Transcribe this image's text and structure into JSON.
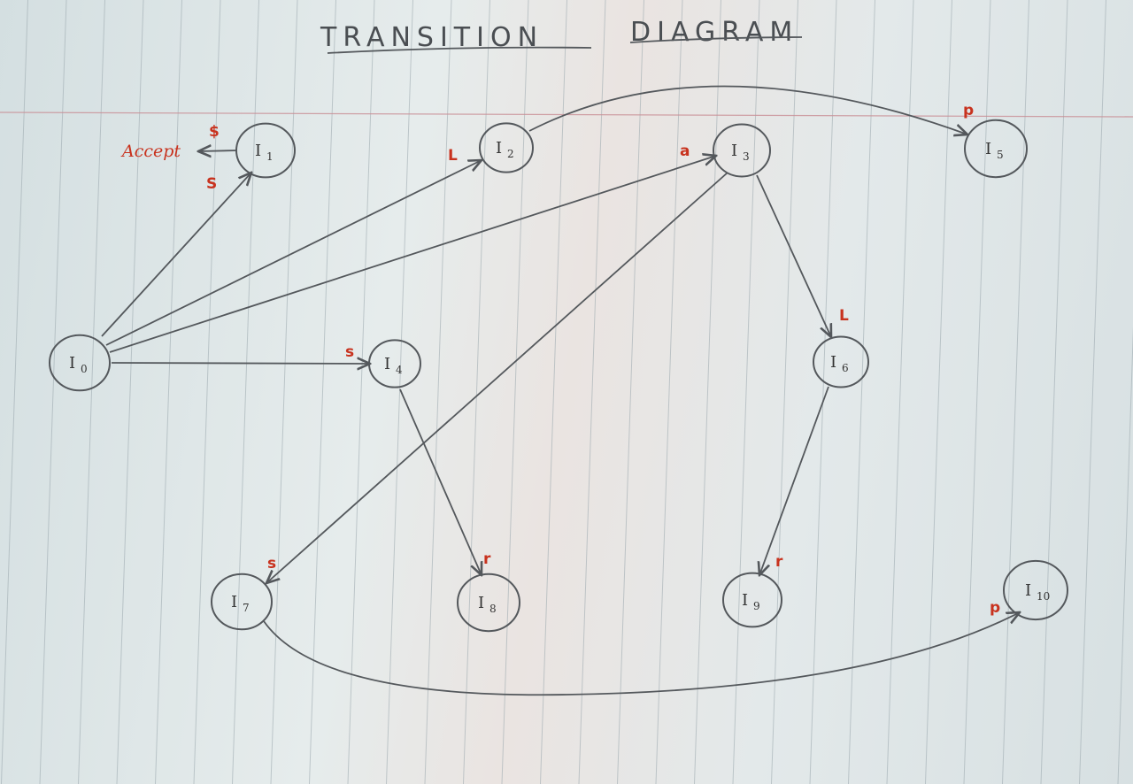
{
  "title": {
    "word1": "TRANSITION",
    "word2": "DIAGRAM"
  },
  "colors": {
    "ink": "#54585c",
    "label": "#c8321e",
    "rule_blue": "#9aa7ad",
    "margin_pink": "#c98e95"
  },
  "accept": {
    "text": "Accept",
    "symbol": "$"
  },
  "nodes": [
    {
      "id": "I0",
      "label": "I",
      "sub": "0"
    },
    {
      "id": "I1",
      "label": "I",
      "sub": "1"
    },
    {
      "id": "I2",
      "label": "I",
      "sub": "2"
    },
    {
      "id": "I3",
      "label": "I",
      "sub": "3"
    },
    {
      "id": "I4",
      "label": "I",
      "sub": "4"
    },
    {
      "id": "I5",
      "label": "I",
      "sub": "5"
    },
    {
      "id": "I6",
      "label": "I",
      "sub": "6"
    },
    {
      "id": "I7",
      "label": "I",
      "sub": "7"
    },
    {
      "id": "I8",
      "label": "I",
      "sub": "8"
    },
    {
      "id": "I9",
      "label": "I",
      "sub": "9"
    },
    {
      "id": "I10",
      "label": "I",
      "sub": "10"
    }
  ],
  "edges": [
    {
      "from": "I0",
      "to": "I1",
      "label": "S"
    },
    {
      "from": "I0",
      "to": "I2",
      "label": "L"
    },
    {
      "from": "I0",
      "to": "I3",
      "label": "a"
    },
    {
      "from": "I0",
      "to": "I4",
      "label": "s"
    },
    {
      "from": "I2",
      "to": "I5",
      "label": "p"
    },
    {
      "from": "I3",
      "to": "I6",
      "label": "L"
    },
    {
      "from": "I3",
      "to": "I7",
      "label": "s"
    },
    {
      "from": "I4",
      "to": "I8",
      "label": "r"
    },
    {
      "from": "I6",
      "to": "I9",
      "label": "r"
    },
    {
      "from": "I7",
      "to": "I10",
      "label": "p"
    }
  ]
}
